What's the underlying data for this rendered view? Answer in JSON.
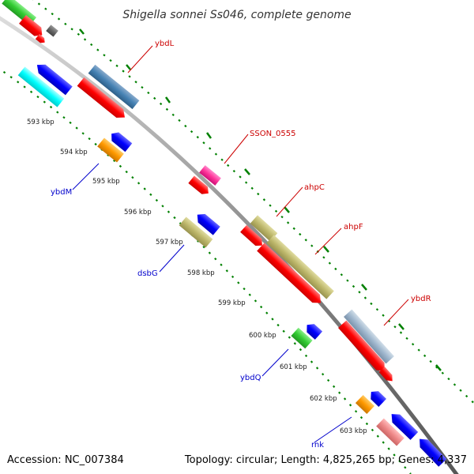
{
  "title": "Shigella sonnei Ss046, complete genome",
  "footer": {
    "accession": "Accession: NC_007384",
    "summary": "Topology: circular; Length: 4,825,265 bp; Genes: 4,337"
  },
  "kbp_labels": [
    "593 kbp",
    "594 kbp",
    "595 kbp",
    "596 kbp",
    "597 kbp",
    "598 kbp",
    "599 kbp",
    "600 kbp",
    "601 kbp",
    "602 kbp",
    "603 kbp"
  ],
  "gene_labels": {
    "ybdL": "ybdL",
    "sson0555": "SSON_0555",
    "ahpC": "ahpC",
    "ahpF": "ahpF",
    "ybdR": "ybdR",
    "ybdM": "ybdM",
    "dsbG": "dsbG",
    "ybdQ": "ybdQ",
    "rnk": "rnk"
  },
  "colors": {
    "forward_label": "#cc0000",
    "reverse_label": "#0000cc",
    "backbone": "#888888",
    "tick": "#008000",
    "red": "#ff0000",
    "blue": "#0000ff",
    "steelblue": "#4682b4",
    "cyan": "#00ffff",
    "green": "#33cc33",
    "orange": "#ff9900",
    "magenta": "#ff3399",
    "khaki": "#bdb76b",
    "gray": "#666666",
    "lightsteel": "#9fb6cd",
    "pink": "#ee8888"
  }
}
